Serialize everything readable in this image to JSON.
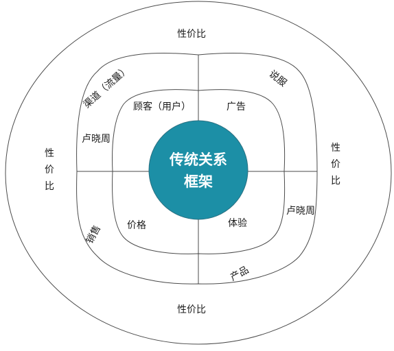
{
  "diagram": {
    "center": {
      "line1": "传统关系",
      "line2": "框架",
      "color": "#1c8fa6"
    },
    "outer_ring": {
      "top": "性价比",
      "bottom": "性价比",
      "left": [
        "性",
        "价",
        "比"
      ],
      "right": [
        "性",
        "价",
        "比"
      ]
    },
    "middle_ring": {
      "top_left": "渠道（流量）",
      "top_right": "说服",
      "bottom_left": "销售",
      "bottom_right": "产品",
      "left_top": "卢晓周",
      "right_bottom": "卢晓周"
    },
    "inner_ring": {
      "top_left": "顾客（用户）",
      "top_right": "广告",
      "bottom_left": "价格",
      "bottom_right": "体验"
    }
  }
}
